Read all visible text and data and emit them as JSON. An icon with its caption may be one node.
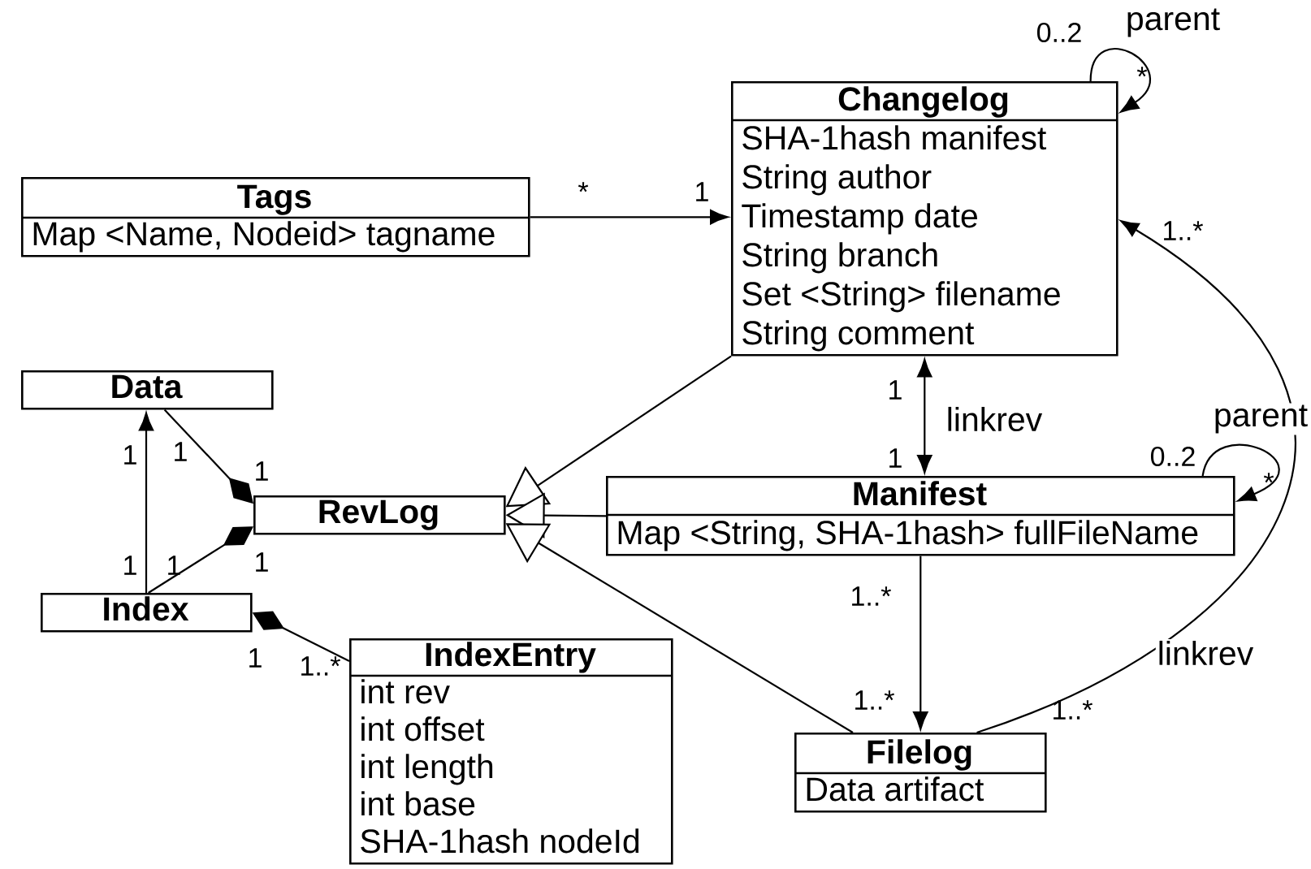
{
  "diagram": {
    "nodes": [
      {
        "text": [
          "Changelog",
          "SHA-1hash manifest",
          "String author",
          "Timestamp date",
          "String branch",
          "Set <String> filename",
          "String comment"
        ]
      },
      {
        "text": [
          "Tags",
          "Map <Name, Nodeid> tagname"
        ]
      },
      {
        "text": [
          "Data"
        ]
      },
      {
        "text": [
          "RevLog"
        ]
      },
      {
        "text": [
          "Manifest",
          "Map <String, SHA-1hash> fullFileName"
        ]
      },
      {
        "text": [
          "Index"
        ]
      },
      {
        "text": [
          "IndexEntry",
          "int rev",
          "int offset",
          "int length",
          "int base",
          "SHA-1hash nodeId"
        ]
      },
      {
        "text": [
          "Filelog",
          "Data artifact"
        ]
      }
    ],
    "edges": [
      {
        "from": 1,
        "to": 0,
        "arrow": "to"
      },
      {
        "from": 0,
        "to": 0,
        "arrow": "to",
        "label": "parent"
      },
      {
        "from": 0,
        "to": 4,
        "arrow": "both",
        "label": "linkrev"
      },
      {
        "from": 4,
        "to": 4,
        "arrow": "to",
        "label": "parent"
      },
      {
        "from": 7,
        "to": 0,
        "arrow": "to",
        "label": "linkrev"
      },
      {
        "from": 4,
        "to": 7,
        "arrow": "to"
      },
      {
        "from": 0,
        "to": 3,
        "arrow": "to"
      },
      {
        "from": 4,
        "to": 3,
        "arrow": "to"
      },
      {
        "from": 7,
        "to": 3,
        "arrow": "to"
      },
      {
        "from": 3,
        "to": 2,
        "arrow": "other"
      },
      {
        "from": 3,
        "to": 5,
        "arrow": "other"
      },
      {
        "from": 5,
        "to": 2,
        "arrow": "to"
      },
      {
        "from": 5,
        "to": 6,
        "arrow": "other"
      }
    ],
    "labels": [
      "0..2",
      "*",
      "*",
      "1",
      "1..*",
      "1",
      "1",
      "1",
      "1",
      "0..2",
      "1",
      "*",
      "1",
      "1",
      "1",
      "1..*",
      "1",
      "1..*",
      "1..*",
      "1..*"
    ]
  }
}
